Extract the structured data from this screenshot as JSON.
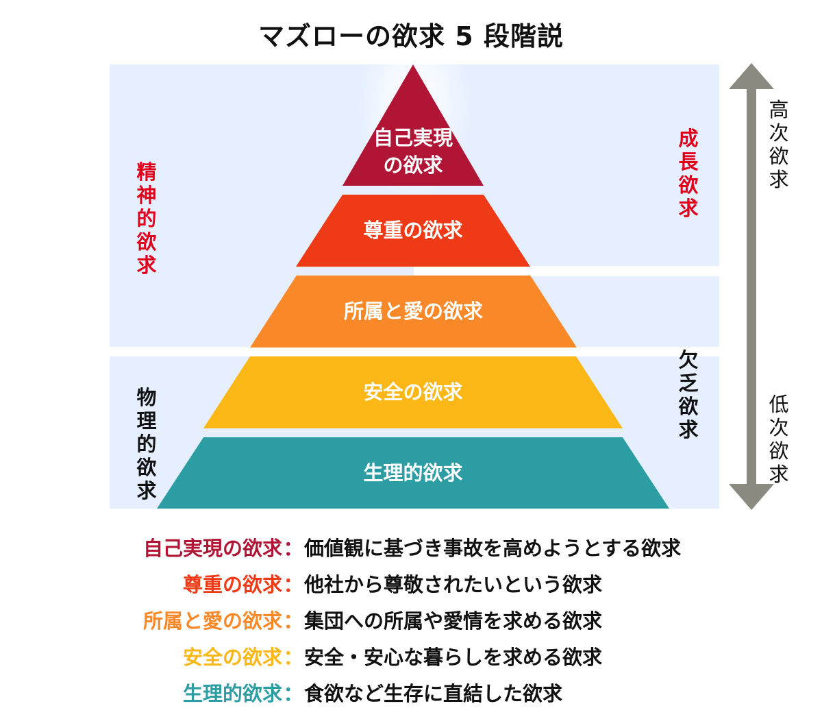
{
  "title": "マズローの欲求 5 段階説",
  "pyramid": {
    "self_actualization": {
      "line1": "自己実現",
      "line2": "の欲求"
    },
    "esteem": "尊重の欲求",
    "belonging": "所属と愛の欲求",
    "safety": "安全の欲求",
    "physiological": "生理的欲求"
  },
  "side_labels": {
    "mental": "精神的欲求",
    "growth": "成長欲求",
    "deficit": "欠乏欲求",
    "physical": "物理的欲求",
    "higher": "高次欲求",
    "lower": "低次欲求"
  },
  "legend": [
    {
      "name": "自己実現の欲求",
      "sep": "：",
      "desc": "価値観に基づき事故を高めようとする欲求",
      "color": "#b01536"
    },
    {
      "name": "尊重の欲求",
      "sep": "：",
      "desc": "他社から尊敬されたいという欲求",
      "color": "#ee3a16"
    },
    {
      "name": "所属と愛の欲求",
      "sep": "：",
      "desc": "集団への所属や愛情を求める欲求",
      "color": "#f98829"
    },
    {
      "name": "安全の欲求",
      "sep": "：",
      "desc": "安全・安心な暮らしを求める欲求",
      "color": "#fbb715"
    },
    {
      "name": "生理的欲求",
      "sep": "：",
      "desc": "食欲など生存に直結した欲求",
      "color": "#2c9ea3"
    }
  ],
  "colors": {
    "panel_bg": "#e5efff",
    "arrow": "#8a8a80",
    "accent_red": "#e0001a"
  }
}
